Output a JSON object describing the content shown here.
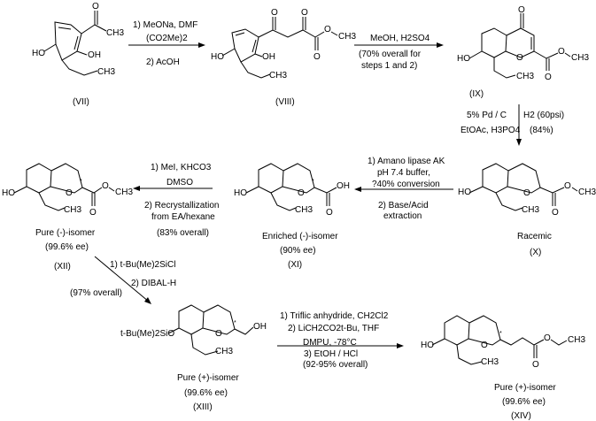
{
  "title": "Synthesis scheme of chroman derivative (XIV)",
  "compounds": {
    "VII": {
      "id": "(VII)",
      "labels": {
        "ho": "HO",
        "oh": "OH",
        "ch3a": "CH3",
        "ch3b": "CH3",
        "o": "O"
      }
    },
    "VIII": {
      "id": "(VIII)",
      "labels": {
        "ho": "HO",
        "oh": "OH",
        "ch3": "CH3",
        "o": "O",
        "ome": "CH3"
      }
    },
    "IX": {
      "id": "(IX)",
      "labels": {
        "ho": "HO",
        "ring_o": "O",
        "ch3": "CH3",
        "o": "O",
        "ome": "CH3"
      }
    },
    "X": {
      "id": "(X)",
      "descriptor": "Racemic",
      "labels": {
        "ho": "HO",
        "ring_o": "O",
        "ch3": "CH3",
        "ome": "CH3"
      }
    },
    "XI": {
      "id": "(XI)",
      "descriptor": "Enriched (-)-isomer",
      "ee": "(90% ee)",
      "labels": {
        "ho": "HO",
        "ring_o": "O",
        "ch3": "CH3",
        "oh": "OH"
      }
    },
    "XII": {
      "id": "(XII)",
      "descriptor": "Pure (-)-isomer",
      "ee": "(99.6% ee)",
      "labels": {
        "ho": "HO",
        "ring_o": "O",
        "ch3": "CH3",
        "ome": "CH3"
      }
    },
    "XIII": {
      "id": "(XIII)",
      "descriptor": "Pure (+)-isomer",
      "ee": "(99.6% ee)",
      "labels": {
        "tbs": "t-Bu(Me)2SiO",
        "ring_o": "O",
        "ch3": "CH3",
        "oh": "OH"
      }
    },
    "XIV": {
      "id": "(XIV)",
      "descriptor": "Pure (+)-isomer",
      "ee": "(99.6% ee)",
      "labels": {
        "ho": "HO",
        "ring_o": "O",
        "ch3": "CH3",
        "ch3b": "CH3"
      }
    }
  },
  "steps": {
    "s1": {
      "above": [
        "1) MeONa, DMF",
        "(CO2Me)2"
      ],
      "below": [
        "2) AcOH"
      ]
    },
    "s2": {
      "above": [
        "MeOH, H2SO4"
      ],
      "below": [
        "(70% overall for",
        "steps 1 and 2)"
      ]
    },
    "s3": {
      "left": [
        "5% Pd / C",
        "EtOAc, H3PO4"
      ],
      "right": [
        "H2 (60psi)",
        "(84%)"
      ]
    },
    "s4": {
      "above": [
        "1) Amano lipase AK",
        "pH 7.4 buffer,",
        "?40% conversion"
      ],
      "below": [
        "2) Base/Acid",
        "extraction"
      ]
    },
    "s5": {
      "above": [
        "1) MeI, KHCO3",
        "DMSO"
      ],
      "below": [
        "2) Recrystallization",
        "from EA/hexane",
        "(83% overall)"
      ]
    },
    "s6": {
      "labels": [
        "1) t-Bu(Me)2SiCl",
        "2) DIBAL-H",
        "(97% overall)"
      ]
    },
    "s7": {
      "above": [
        "1) Triflic anhydride, CH2Cl2",
        "2) LiCH2CO2t-Bu, THF",
        "DMPU, -78°C"
      ],
      "below": [
        "3) EtOH / HCl",
        "(92-95% overall)"
      ]
    }
  },
  "stereo_mark": "*"
}
